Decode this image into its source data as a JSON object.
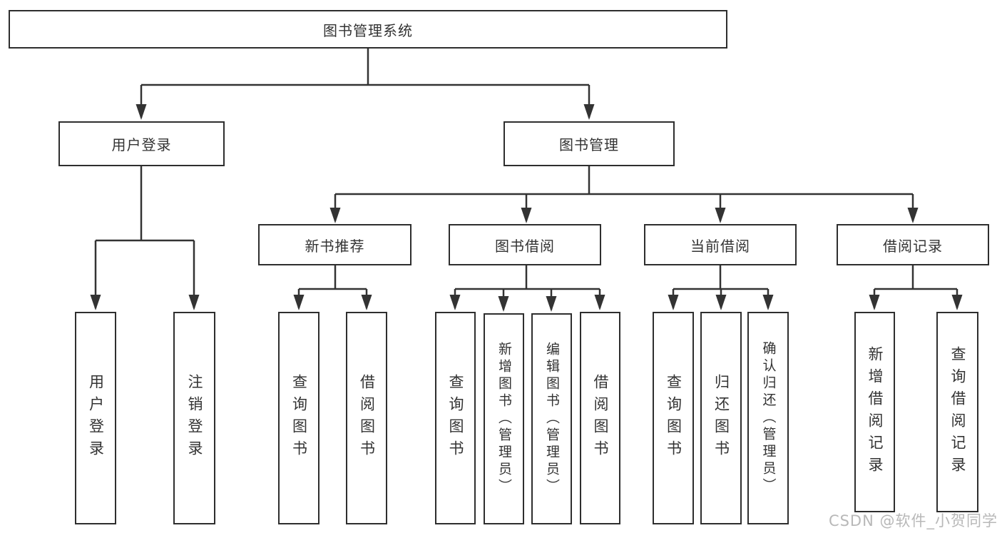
{
  "diagram": {
    "root": {
      "label": "图书管理系统"
    },
    "level2": [
      {
        "label": "用户登录",
        "children": [
          {
            "label": "用户登录"
          },
          {
            "label": "注销登录"
          }
        ]
      },
      {
        "label": "图书管理"
      }
    ],
    "level3": [
      {
        "label": "新书推荐",
        "children": [
          {
            "label": "查询图书"
          },
          {
            "label": "借阅图书"
          }
        ]
      },
      {
        "label": "图书借阅",
        "children": [
          {
            "label": "查询图书"
          },
          {
            "label": "新增图书（管理员）"
          },
          {
            "label": "编辑图书（管理员）"
          },
          {
            "label": "借阅图书"
          }
        ]
      },
      {
        "label": "当前借阅",
        "children": [
          {
            "label": "查询图书"
          },
          {
            "label": "归还图书"
          },
          {
            "label": "确认归还（管理员）"
          }
        ]
      },
      {
        "label": "借阅记录",
        "children": [
          {
            "label": "新增借阅记录"
          },
          {
            "label": "查询借阅记录"
          }
        ]
      }
    ]
  },
  "watermark": {
    "text": "CSDN @软件_小贺同学"
  },
  "colors": {
    "line": "#333333",
    "node_border": "#2e2e2e",
    "text": "#333333",
    "background": "#ffffff",
    "watermark": "#b8b8b8"
  }
}
